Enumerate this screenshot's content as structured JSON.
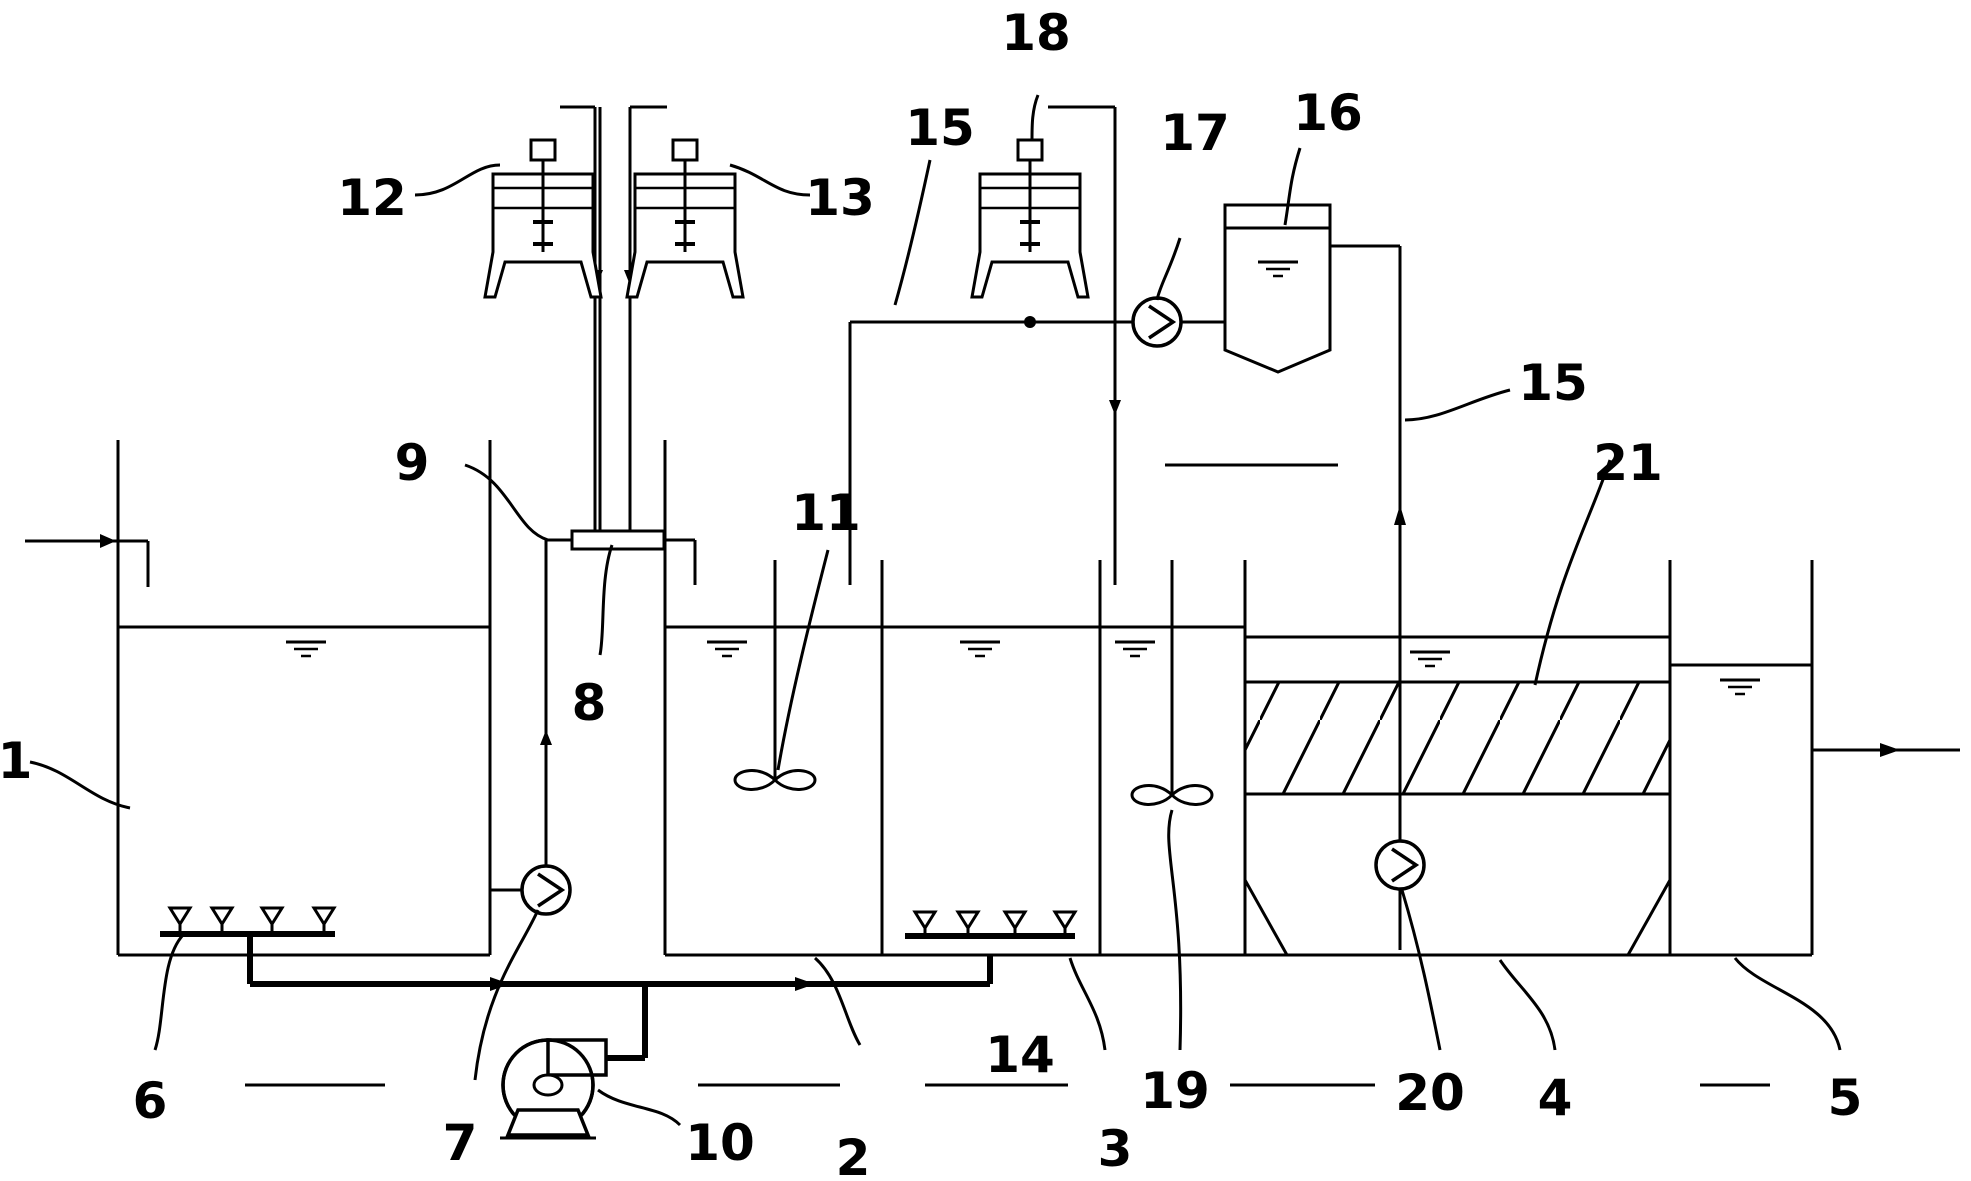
{
  "labels": {
    "l1": "1",
    "l2": "2",
    "l3": "3",
    "l4": "4",
    "l5": "5",
    "l6": "6",
    "l7": "7",
    "l8": "8",
    "l9": "9",
    "l10": "10",
    "l11": "11",
    "l12": "12",
    "l13": "13",
    "l14": "14",
    "l15a": "15",
    "l15b": "15",
    "l16": "16",
    "l17": "17",
    "l18": "18",
    "l19": "19",
    "l20": "20",
    "l21": "21"
  }
}
